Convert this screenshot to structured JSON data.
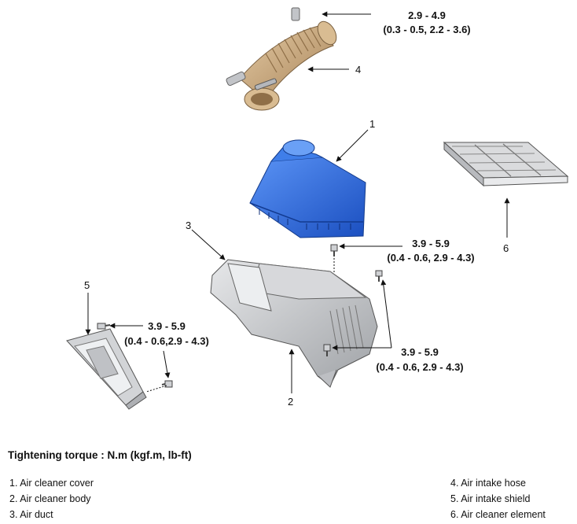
{
  "diagram": {
    "callouts": {
      "c1": "1",
      "c2": "2",
      "c3": "3",
      "c4": "4",
      "c5": "5",
      "c6": "6"
    },
    "torques": {
      "hose_nm": "2.9 - 4.9",
      "hose_kgf": "(0.3 - 0.5, 2.2 - 3.6)",
      "cover_nm": "3.9 - 5.9",
      "cover_kgf": "(0.4 - 0.6, 2.9 - 4.3)",
      "shield_nm": "3.9 - 5.9",
      "shield_kgf": "(0.4 - 0.6,2.9 - 4.3)",
      "body_nm": "3.9 - 5.9",
      "body_kgf": "(0.4 - 0.6, 2.9 - 4.3)"
    }
  },
  "legend": {
    "title": "Tightening torque : N.m (kgf.m, lb-ft)",
    "left": [
      "1. Air cleaner cover",
      "2. Air cleaner body",
      "3. Air duct"
    ],
    "right": [
      "4. Air intake hose",
      "5. Air intake shield",
      "6. Air cleaner element"
    ]
  },
  "colors": {
    "cover_blue": "#2f6fe0",
    "hose_tan": "#c7a57c",
    "body_grey": "#c9cbce"
  }
}
